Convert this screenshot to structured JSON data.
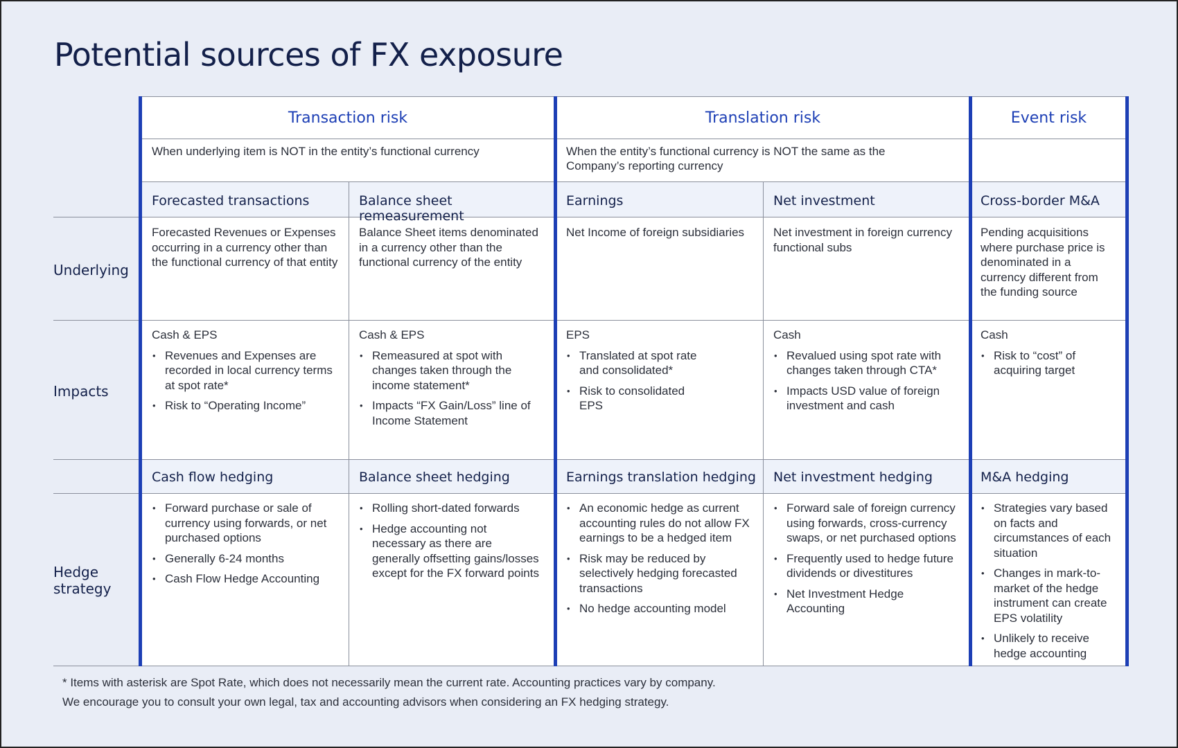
{
  "title": "Potential sources of FX exposure",
  "row_labels": {
    "underlying": "Underlying",
    "impacts": "Impacts",
    "hedge": "Hedge strategy"
  },
  "groups": {
    "transaction": {
      "title": "Transaction risk",
      "subtitle": "When underlying item is NOT in the entity’s functional currency"
    },
    "translation": {
      "title": "Translation risk",
      "subtitle": "When the entity’s functional currency is NOT the same as the Company’s reporting currency"
    },
    "event": {
      "title": "Event risk",
      "subtitle": ""
    }
  },
  "columns": [
    {
      "category": "Forecasted transactions",
      "underlying": "Forecasted Revenues or Expenses occurring in a currency other than the functional currency of that entity",
      "impact_label": "Cash & EPS",
      "impacts": [
        "Revenues and Expenses are recorded in local currency terms at spot rate*",
        "Risk to “Operating Income”"
      ],
      "hedge_title": "Cash flow hedging",
      "hedge": [
        "Forward purchase or sale of currency using forwards, or net purchased options",
        "Generally 6-24 months",
        "Cash Flow Hedge Accounting"
      ]
    },
    {
      "category": "Balance sheet remeasurement",
      "underlying": "Balance Sheet items denominated in a currency other than the functional currency of the entity",
      "impact_label": "Cash & EPS",
      "impacts": [
        "Remeasured at spot with changes taken through the income statement*",
        "Impacts “FX Gain/Loss” line of Income Statement"
      ],
      "hedge_title": "Balance sheet hedging",
      "hedge": [
        "Rolling short-dated forwards",
        "Hedge accounting not necessary as there are generally offsetting gains/losses except for the FX forward points"
      ]
    },
    {
      "category": "Earnings",
      "underlying": "Net Income of foreign subsidiaries",
      "impact_label": "EPS",
      "impacts": [
        "Translated at spot rate and consolidated*",
        "Risk to consolidated EPS"
      ],
      "hedge_title": "Earnings translation hedging",
      "hedge": [
        "An economic hedge as current accounting rules do not allow FX earnings to be a hedged item",
        "Risk may be reduced by selectively hedging forecasted transactions",
        "No hedge accounting model"
      ]
    },
    {
      "category": "Net investment",
      "underlying": "Net investment in foreign currency functional subs",
      "impact_label": "Cash",
      "impacts": [
        "Revalued using spot rate with changes taken through CTA*",
        "Impacts USD value of foreign investment and cash"
      ],
      "hedge_title": "Net investment hedging",
      "hedge": [
        "Forward sale of foreign currency using forwards, cross-currency swaps, or net purchased options",
        "Frequently used to hedge future dividends or divestitures",
        "Net Investment Hedge Accounting"
      ]
    },
    {
      "category": "Cross-border M&A",
      "underlying": "Pending acquisitions where purchase price is denominated in a currency different from the funding source",
      "impact_label": "Cash",
      "impacts": [
        "Risk to “cost” of acquiring target"
      ],
      "hedge_title": "M&A hedging",
      "hedge": [
        "Strategies vary based on facts and circumstances of each situation",
        "Changes in mark-to-market of the hedge instrument can create EPS volatility",
        "Unlikely to receive hedge accounting"
      ]
    }
  ],
  "footnotes": [
    "* Items with asterisk are Spot Rate, which does not necessarily mean the current rate. Accounting practices vary by company.",
    "We encourage you to consult your own legal, tax and accounting advisors when considering an FX hedging strategy."
  ]
}
